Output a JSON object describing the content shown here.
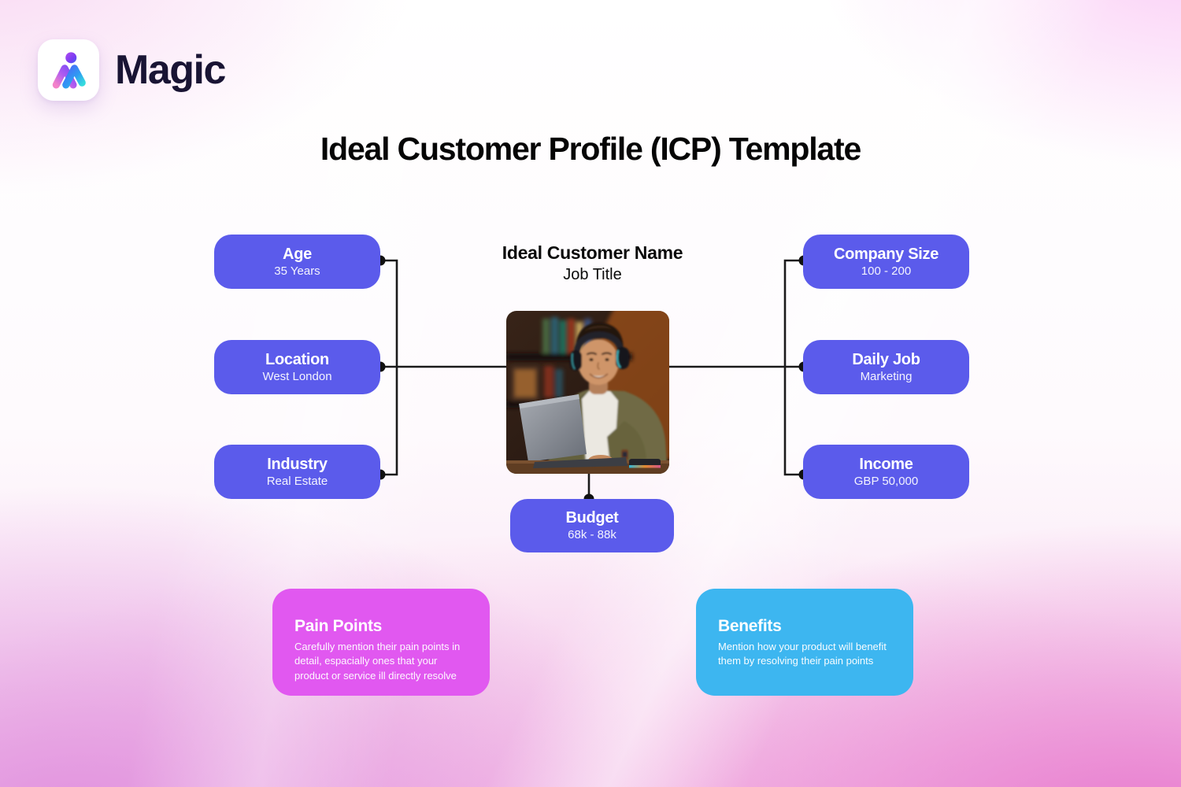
{
  "brand": {
    "name": "Magic",
    "logo_icon": "magic-m-gradient-mark"
  },
  "title": "Ideal Customer Profile (ICP) Template",
  "center": {
    "name": "Ideal Customer Name",
    "job_title": "Job Title",
    "photo": "young-man-with-headphones-at-laptop"
  },
  "nodes": {
    "age": {
      "label": "Age",
      "value": "35 Years"
    },
    "location": {
      "label": "Location",
      "value": "West London"
    },
    "industry": {
      "label": "Industry",
      "value": "Real Estate"
    },
    "company_size": {
      "label": "Company Size",
      "value": "100 - 200"
    },
    "daily_job": {
      "label": "Daily Job",
      "value": "Marketing"
    },
    "income": {
      "label": "Income",
      "value": "GBP 50,000"
    },
    "budget": {
      "label": "Budget",
      "value": "68k - 88k"
    }
  },
  "callouts": {
    "pain_points": {
      "label": "Pain Points",
      "text": "Carefully mention their pain points in detail, espacially ones that your product or service ill directly resolve",
      "color": "#e158f0"
    },
    "benefits": {
      "label": "Benefits",
      "text": "Mention how your product will benefit them by resolving their pain points",
      "color": "#3db6f0"
    }
  },
  "colors": {
    "node_fill": "#5b5beb",
    "connector": "#1a1a1a",
    "background_pink": "#ee9fd9",
    "brand_text": "#191434"
  }
}
